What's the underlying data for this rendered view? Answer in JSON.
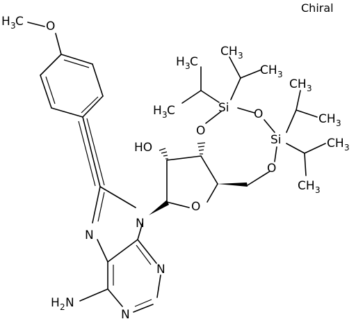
{
  "labels": {
    "chiral": "Chiral",
    "methoxy_h3c": "H",
    "methoxy_h3c_sub": "3",
    "methoxy_c": "C",
    "o_methoxy": "O",
    "h3c_a": "H",
    "h3c_a_sub": "3",
    "h3c_a_c": "C",
    "ch3_a": "CH",
    "ch3_a_sub": "3",
    "h3c_b": "H",
    "h3c_b_sub": "3",
    "h3c_b_c": "C",
    "ch3_b": "CH",
    "ch3_b_sub": "3",
    "ch3_c": "CH",
    "ch3_c_sub": "3",
    "ch3_d": "CH",
    "ch3_d_sub": "3",
    "ch3_e": "CH",
    "ch3_e_sub": "3",
    "ch3_f": "CH",
    "ch3_f_sub": "3",
    "si_top": "Si",
    "si_bottom": "Si",
    "o_si_bridge": "O",
    "o_ring_left": "O",
    "o_ring_right": "O",
    "o_furanose": "O",
    "oh": "HO",
    "n9": "N",
    "n7": "N",
    "n3": "N",
    "n1": "N",
    "nh2_h": "H",
    "nh2_sub": "2",
    "nh2_n": "N"
  }
}
